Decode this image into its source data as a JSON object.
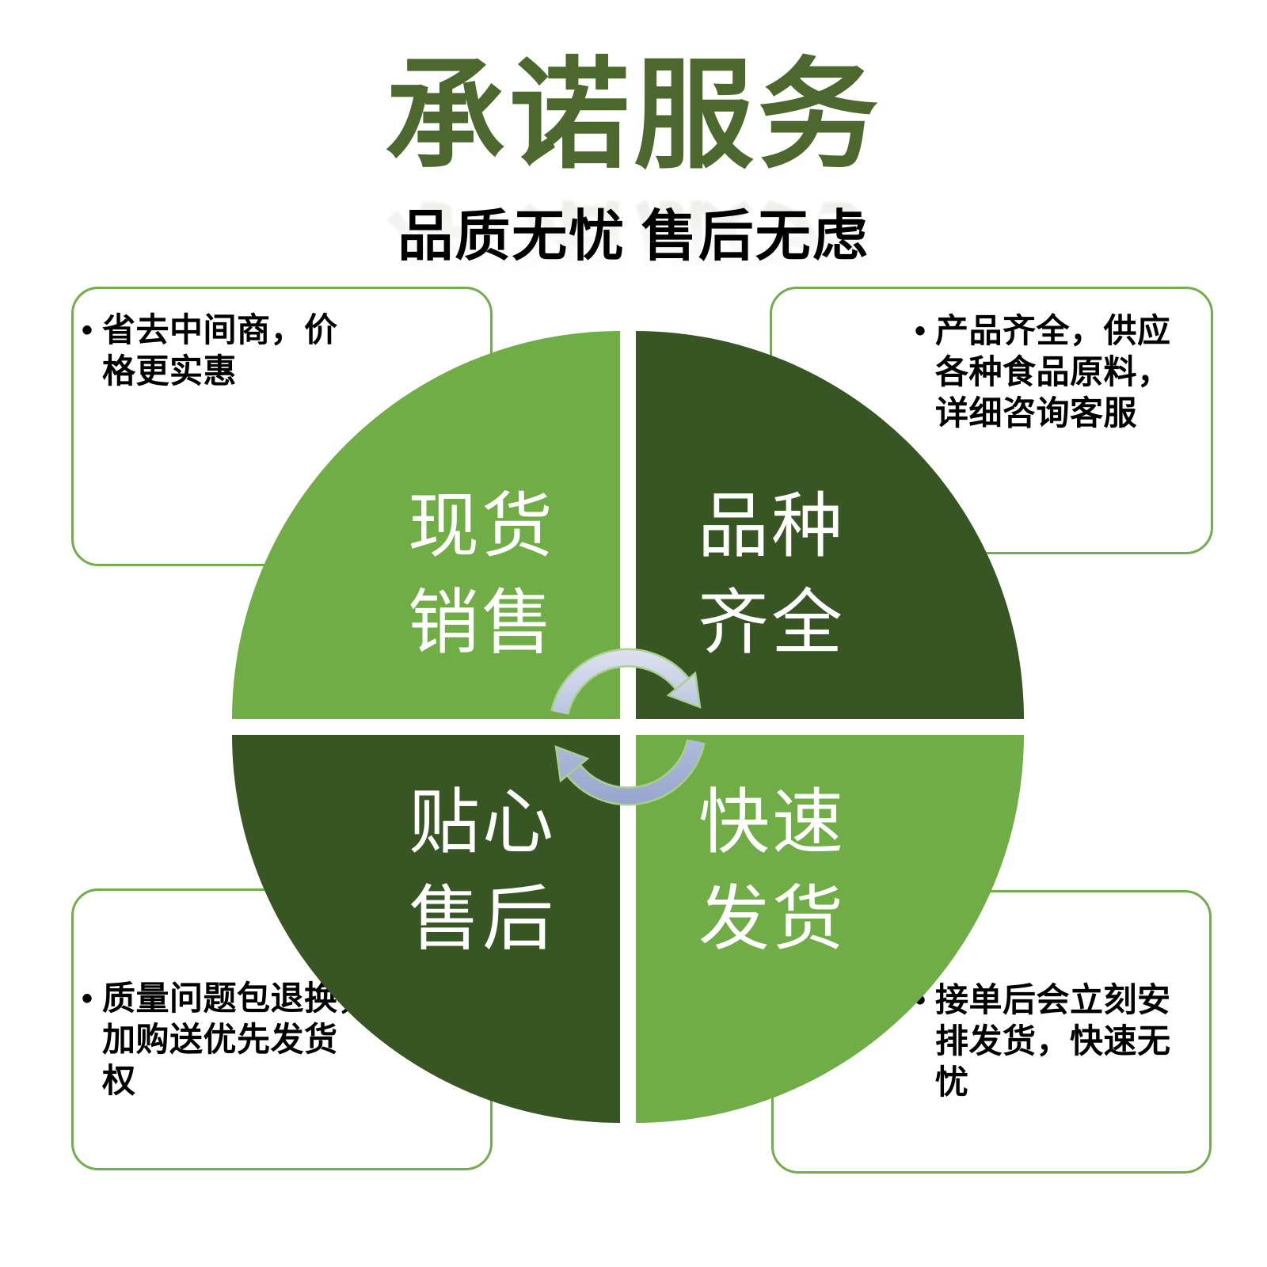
{
  "header": {
    "title": "承诺服务",
    "subtitle": "品质无忧 售后无虑",
    "title_color": "#4d682e",
    "subtitle_color": "#000000"
  },
  "colors": {
    "light_green": "#70ad47",
    "dark_green": "#375623",
    "callout_border_green": "#72ad4c",
    "arrow_light": "#d6dbec",
    "arrow_dark": "#9fadd0",
    "arrow_outline_green": "#a9cf8c"
  },
  "wheel": {
    "center_icon": "cycle-arrows-icon",
    "quadrants": [
      {
        "position": "top-left",
        "shade": "light",
        "lines": [
          "现货",
          "销售"
        ]
      },
      {
        "position": "top-right",
        "shade": "dark",
        "lines": [
          "品种",
          "齐全"
        ]
      },
      {
        "position": "bottom-left",
        "shade": "dark",
        "lines": [
          "贴心",
          "售后"
        ]
      },
      {
        "position": "bottom-right",
        "shade": "light",
        "lines": [
          "快速",
          "发货"
        ]
      }
    ]
  },
  "callouts": [
    {
      "position": "top-left",
      "bullet": "•",
      "lines": [
        "省去中间商，价",
        "格更实惠",
        ""
      ]
    },
    {
      "position": "top-right",
      "bullet": "•",
      "lines": [
        "产品齐全，供应",
        "各种食品原料，",
        "详细咨询客服"
      ]
    },
    {
      "position": "bottom-left",
      "bullet": "•",
      "lines": [
        "质量问题包退换，",
        "加购送优先发货",
        "权"
      ]
    },
    {
      "position": "bottom-right",
      "bullet": "•",
      "lines": [
        "接单后会立刻安",
        "排发货，快速无",
        "忧"
      ]
    }
  ]
}
